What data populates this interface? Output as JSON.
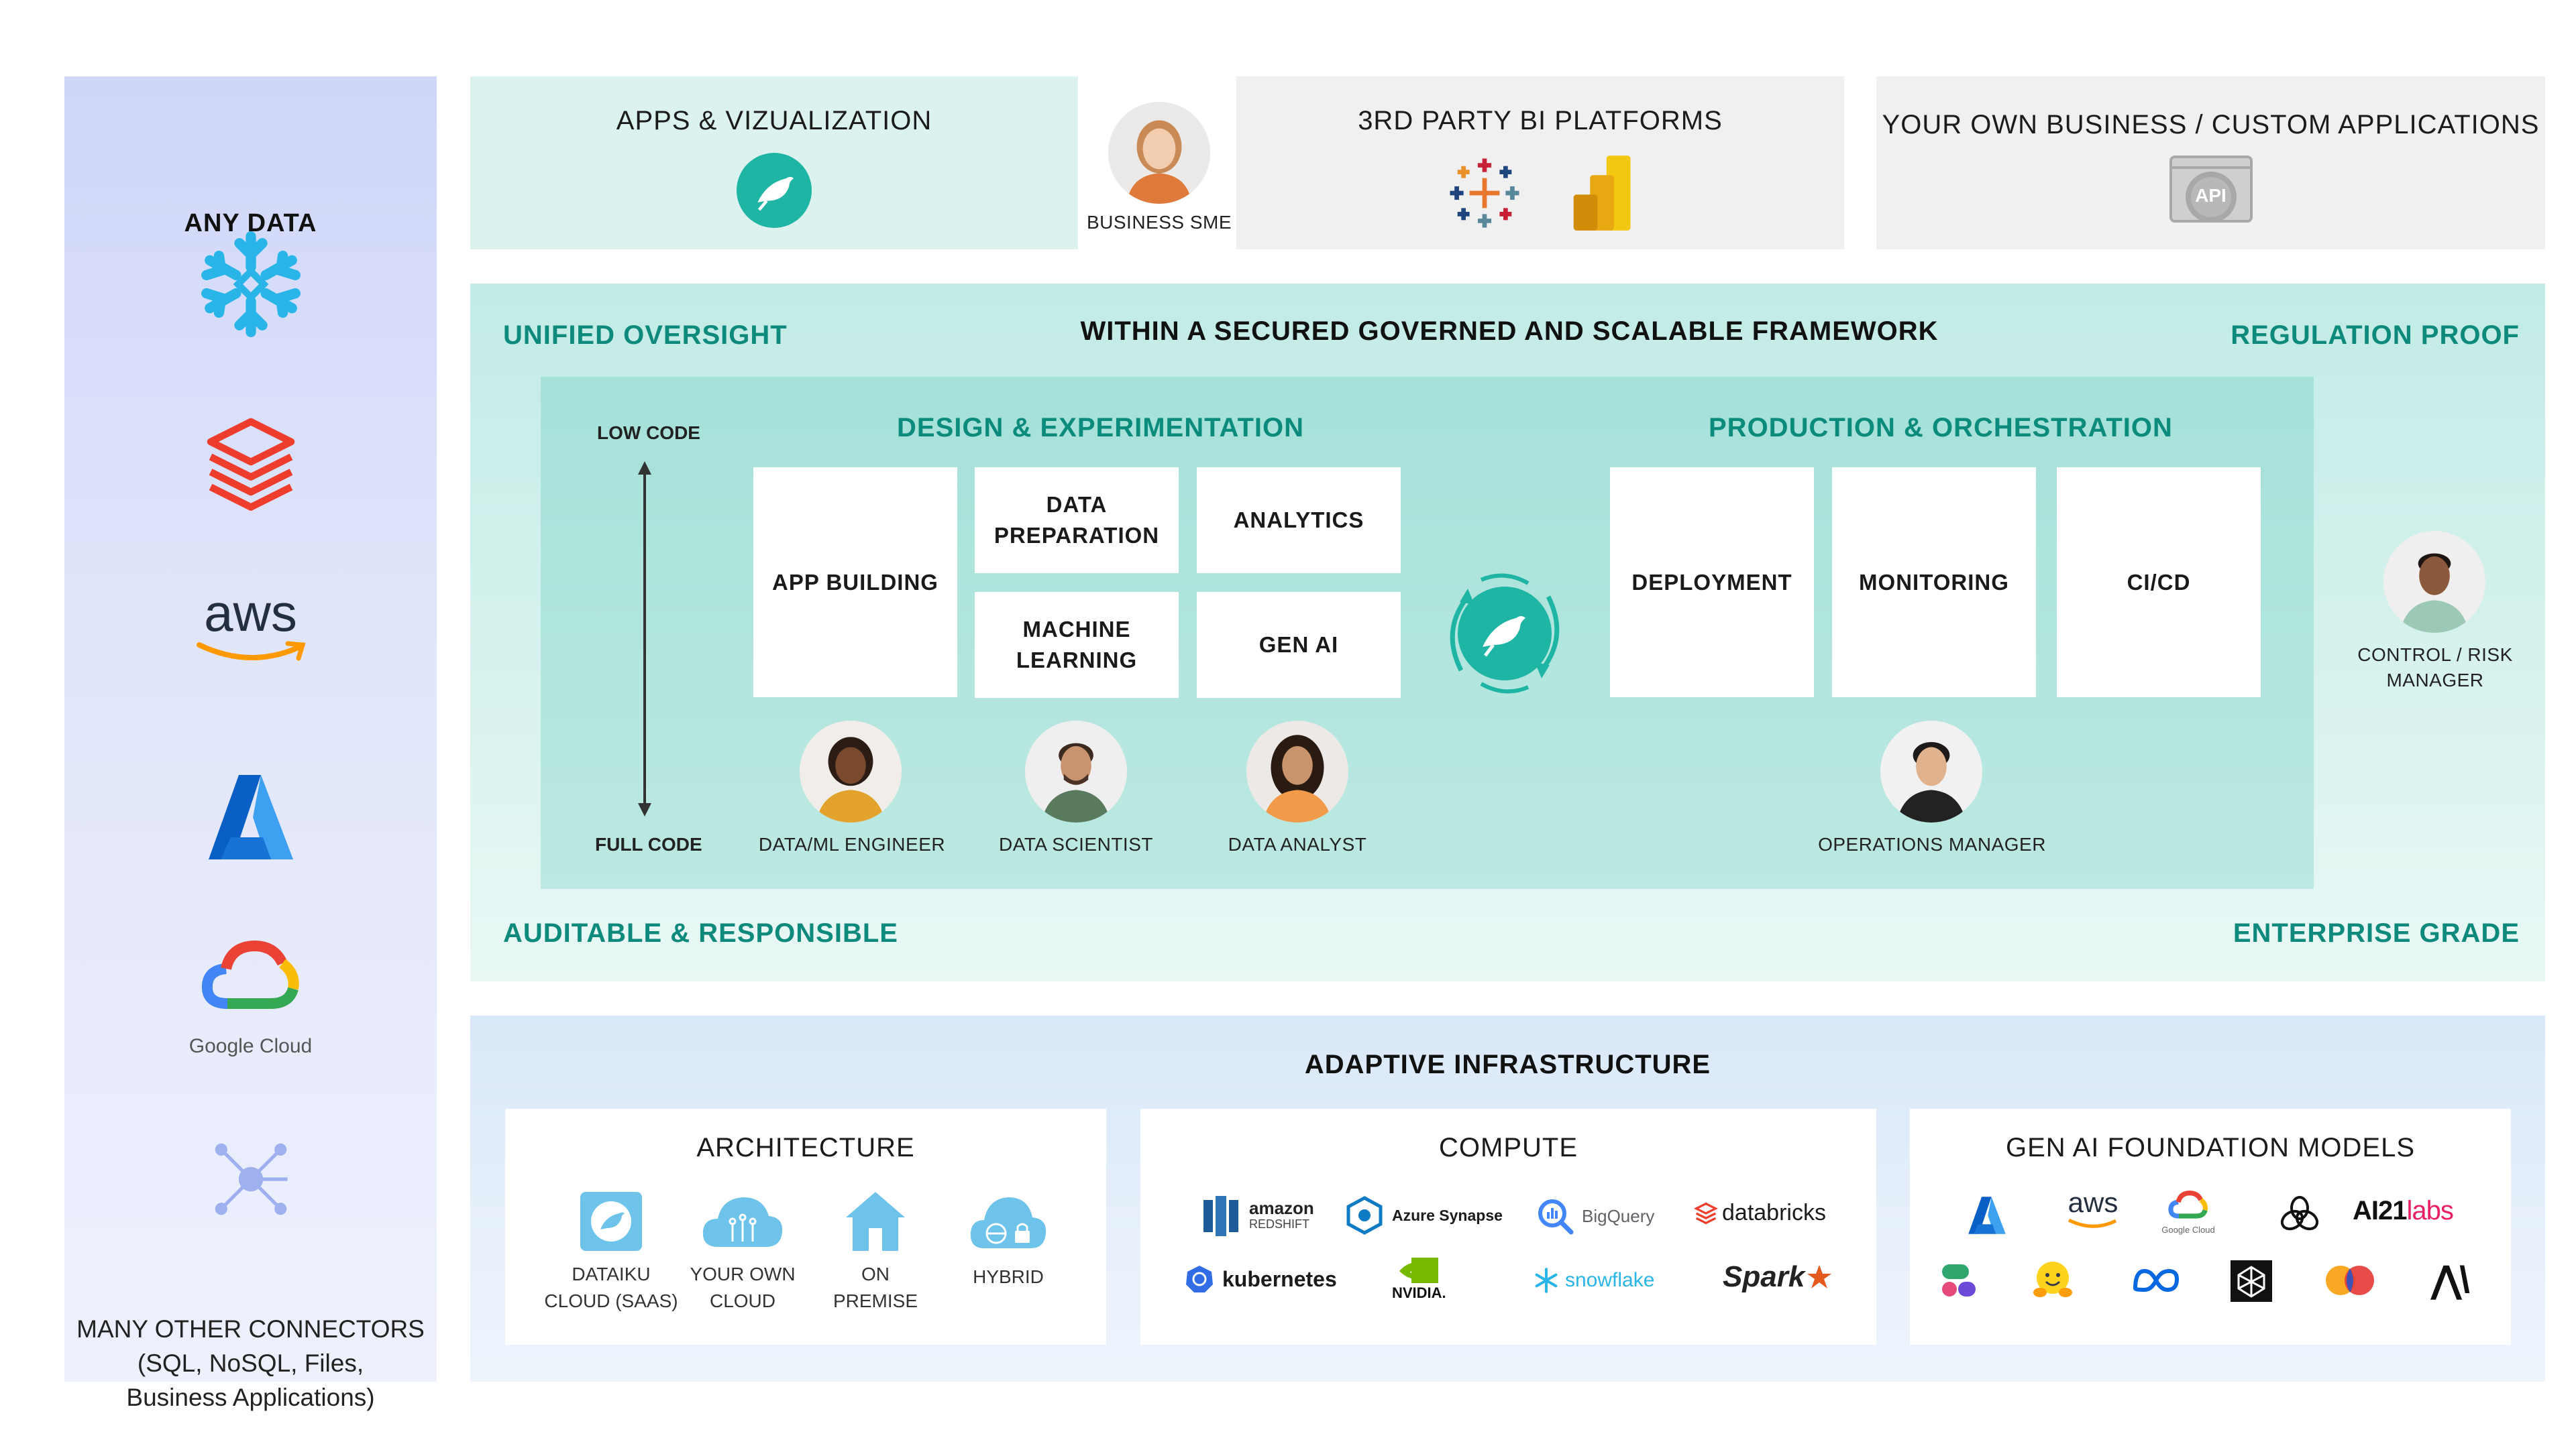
{
  "left_panel": {
    "title": "ANY DATA",
    "logos": [
      "snowflake-icon",
      "databricks-icon",
      "aws-icon",
      "azure-icon",
      "google-cloud-icon",
      "connectors-icon"
    ],
    "aws_text": "aws",
    "google_cloud_text": "Google Cloud",
    "connectors_line1": "MANY OTHER CONNECTORS",
    "connectors_line2": "(SQL, NoSQL, Files,",
    "connectors_line3": "Business Applications)"
  },
  "top": {
    "apps_title": "APPS & VIZUALIZATION",
    "business_sme": "BUSINESS SME",
    "bi_title": "3RD PARTY BI PLATFORMS",
    "custom_title": "YOUR OWN BUSINESS / CUSTOM APPLICATIONS",
    "api_label": "API"
  },
  "framework": {
    "title": "WITHIN A SECURED GOVERNED AND SCALABLE FRAMEWORK",
    "top_left": "UNIFIED OVERSIGHT",
    "top_right": "REGULATION PROOF",
    "bottom_left": "AUDITABLE & RESPONSIBLE",
    "bottom_right": "ENTERPRISE GRADE",
    "axis_top": "LOW CODE",
    "axis_bottom": "FULL CODE",
    "design_title": "DESIGN & EXPERIMENTATION",
    "production_title": "PRODUCTION & ORCHESTRATION",
    "cards": {
      "app_building": "APP BUILDING",
      "data_prep_1": "DATA",
      "data_prep_2": "PREPARATION",
      "analytics": "ANALYTICS",
      "ml_1": "MACHINE",
      "ml_2": "LEARNING",
      "gen_ai": "GEN AI",
      "deployment": "DEPLOYMENT",
      "monitoring": "MONITORING",
      "cicd": "CI/CD"
    },
    "personas": {
      "engineer": "DATA/ML ENGINEER",
      "scientist": "DATA SCIENTIST",
      "analyst": "DATA ANALYST",
      "ops": "OPERATIONS MANAGER",
      "risk_1": "CONTROL / RISK",
      "risk_2": "MANAGER"
    }
  },
  "infrastructure": {
    "title": "ADAPTIVE INFRASTRUCTURE",
    "architecture": {
      "title": "ARCHITECTURE",
      "items": [
        {
          "l1": "DATAIKU",
          "l2": "CLOUD (SAAS)"
        },
        {
          "l1": "YOUR OWN",
          "l2": "CLOUD"
        },
        {
          "l1": "ON",
          "l2": "PREMISE"
        },
        {
          "l1": "HYBRID",
          "l2": ""
        }
      ]
    },
    "compute": {
      "title": "COMPUTE",
      "amazon": "amazon",
      "redshift": "REDSHIFT",
      "azure_synapse": "Azure Synapse",
      "bigquery": "BigQuery",
      "databricks": "databricks",
      "kubernetes": "kubernetes",
      "nvidia": "NVIDIA.",
      "snowflake": "snowflake",
      "spark": "Spark"
    },
    "genai": {
      "title": "GEN AI FOUNDATION MODELS",
      "aws": "aws",
      "google_cloud_small": "Google Cloud",
      "ai21": "AI21",
      "labs": "labs"
    }
  },
  "colors": {
    "teal": "#0e8a7c",
    "dataiku": "#1fb5a4",
    "any_data_bg": "#d5dbf9",
    "framework_bg": "#c6ece7",
    "infra_bg": "#dfeafa"
  }
}
